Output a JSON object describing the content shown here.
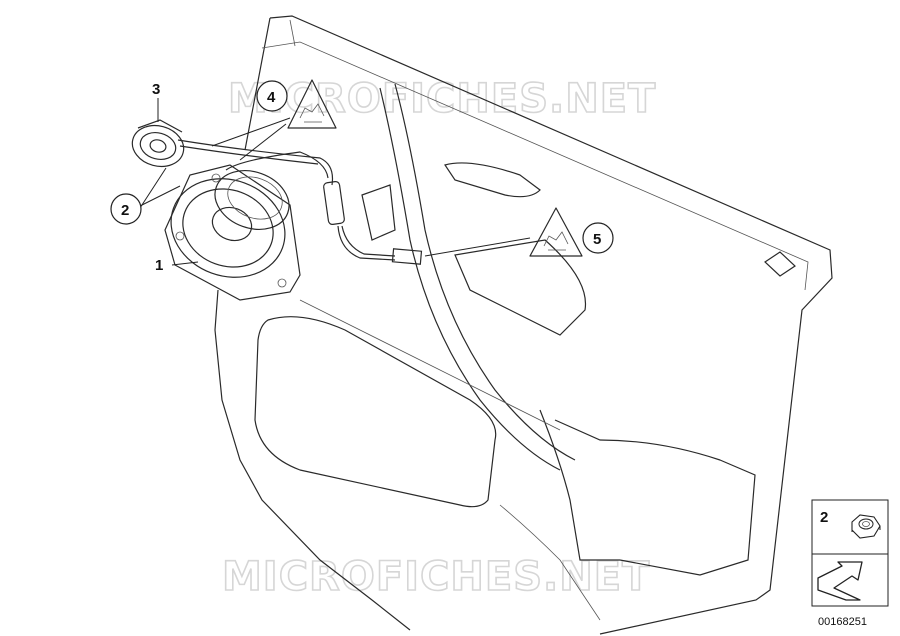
{
  "watermark": {
    "text_top": "MICROFICHES.NET",
    "text_bottom": "MICROFICHES.NET"
  },
  "callouts": [
    {
      "id": "1",
      "label": "1",
      "style": "plain"
    },
    {
      "id": "2",
      "label": "2",
      "style": "circle"
    },
    {
      "id": "3",
      "label": "3",
      "style": "plain"
    },
    {
      "id": "4",
      "label": "4",
      "style": "circle"
    },
    {
      "id": "5",
      "label": "5",
      "style": "circle"
    }
  ],
  "legend": {
    "item_label": "2",
    "diagram_number": "00168251"
  },
  "icons": {
    "warning_4": "warning-triangle-icon",
    "warning_5": "warning-triangle-icon",
    "nut": "hex-nut-icon",
    "arrow": "direction-arrow-icon"
  }
}
